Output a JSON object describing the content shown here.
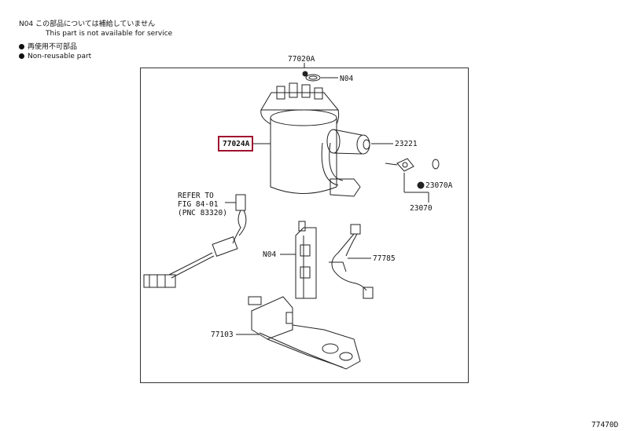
{
  "legend": {
    "n04_code": "N04",
    "n04_jp": "この部品については補給していません",
    "n04_en": "This part is not available for service",
    "nonreusable_jp": "再使用不可部品",
    "nonreusable_en": "Non-reusable part"
  },
  "parts": {
    "p77020A": "77020A",
    "pN04_top": "N04",
    "p77024A": "77024A",
    "p23221": "23221",
    "p23070A": "23070A",
    "p23070": "23070",
    "pN04_mid": "N04",
    "p77785": "77785",
    "p77103": "77103"
  },
  "refer": {
    "line1": "REFER TO",
    "line2": "FIG 84-01",
    "line3": "(PNC 83320)"
  },
  "figure_code": "77470D",
  "colors": {
    "highlight": "#a01030",
    "line": "#222222"
  }
}
